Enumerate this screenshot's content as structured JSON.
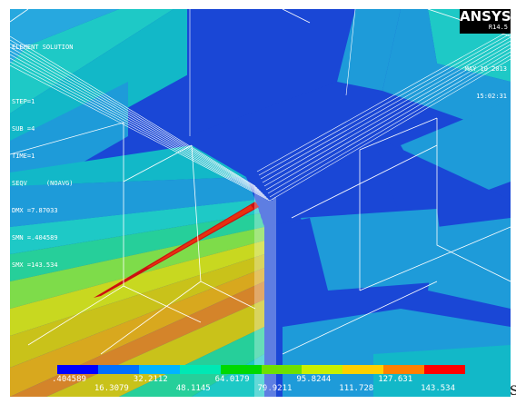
{
  "info": {
    "left_lines": [
      "ELEMENT SOLUTION",
      "",
      "STEP=1",
      "SUB =4",
      "TIME=1",
      "SEQV     (NOAVG)",
      "DMX =7.87033",
      "SMN =.404589",
      "SMX =143.534"
    ],
    "date": "MAY 10 2013",
    "time": "15:02:31"
  },
  "logo": {
    "brand": "ANSYS",
    "release": "R14.5"
  },
  "legend": {
    "colors": [
      "#0000ff",
      "#0070ff",
      "#00b4ff",
      "#00e8b4",
      "#00d800",
      "#6ee000",
      "#c8f000",
      "#ffd000",
      "#ff8000",
      "#ff0000"
    ],
    "labels_top": [
      ".404589",
      "32.2112",
      "64.0179",
      "95.8244",
      "127.631"
    ],
    "labels_bottom": [
      "16.3079",
      "48.1145",
      "79.9211",
      "111.728",
      "143.534"
    ]
  },
  "trailing_char": "S"
}
